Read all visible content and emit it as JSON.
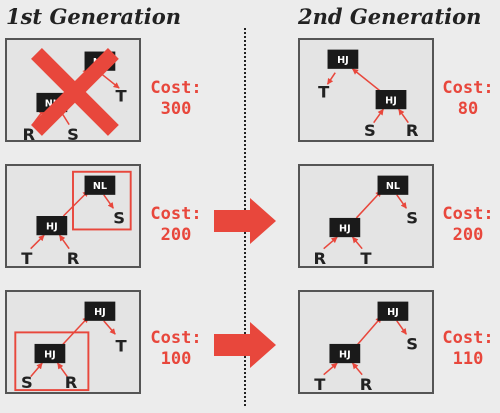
{
  "headings": {
    "first_generation": "1st Generation",
    "second_generation": "2nd Generation"
  },
  "cost_label": "Cost:",
  "first_generation": [
    {
      "cost": "300",
      "eliminated": true,
      "nodes": {
        "root": "NL",
        "inner": "NL"
      },
      "leaves": {
        "right": "T",
        "left": "R",
        "mid": "S"
      }
    },
    {
      "cost": "200",
      "nodes": {
        "root": "NL",
        "inner": "HJ"
      },
      "leaves": {
        "right": "S",
        "left": "T",
        "mid": "R"
      }
    },
    {
      "cost": "100",
      "nodes": {
        "root": "HJ",
        "inner": "HJ"
      },
      "leaves": {
        "right": "T",
        "left": "S",
        "mid": "R"
      }
    }
  ],
  "second_generation": [
    {
      "cost": "80",
      "nodes": {
        "root": "HJ",
        "inner": "HJ"
      },
      "leaves": {
        "left": "T",
        "mid": "S",
        "right": "R"
      }
    },
    {
      "cost": "200",
      "nodes": {
        "root": "NL",
        "inner": "HJ"
      },
      "leaves": {
        "right": "S",
        "left": "R",
        "mid": "T"
      }
    },
    {
      "cost": "110",
      "nodes": {
        "root": "HJ",
        "inner": "HJ"
      },
      "leaves": {
        "right": "S",
        "left": "T",
        "mid": "R"
      }
    }
  ],
  "colors": {
    "accent": "#e8473c",
    "node_fill": "#1a1a1a",
    "panel_border": "#555555",
    "background": "#ececec"
  }
}
